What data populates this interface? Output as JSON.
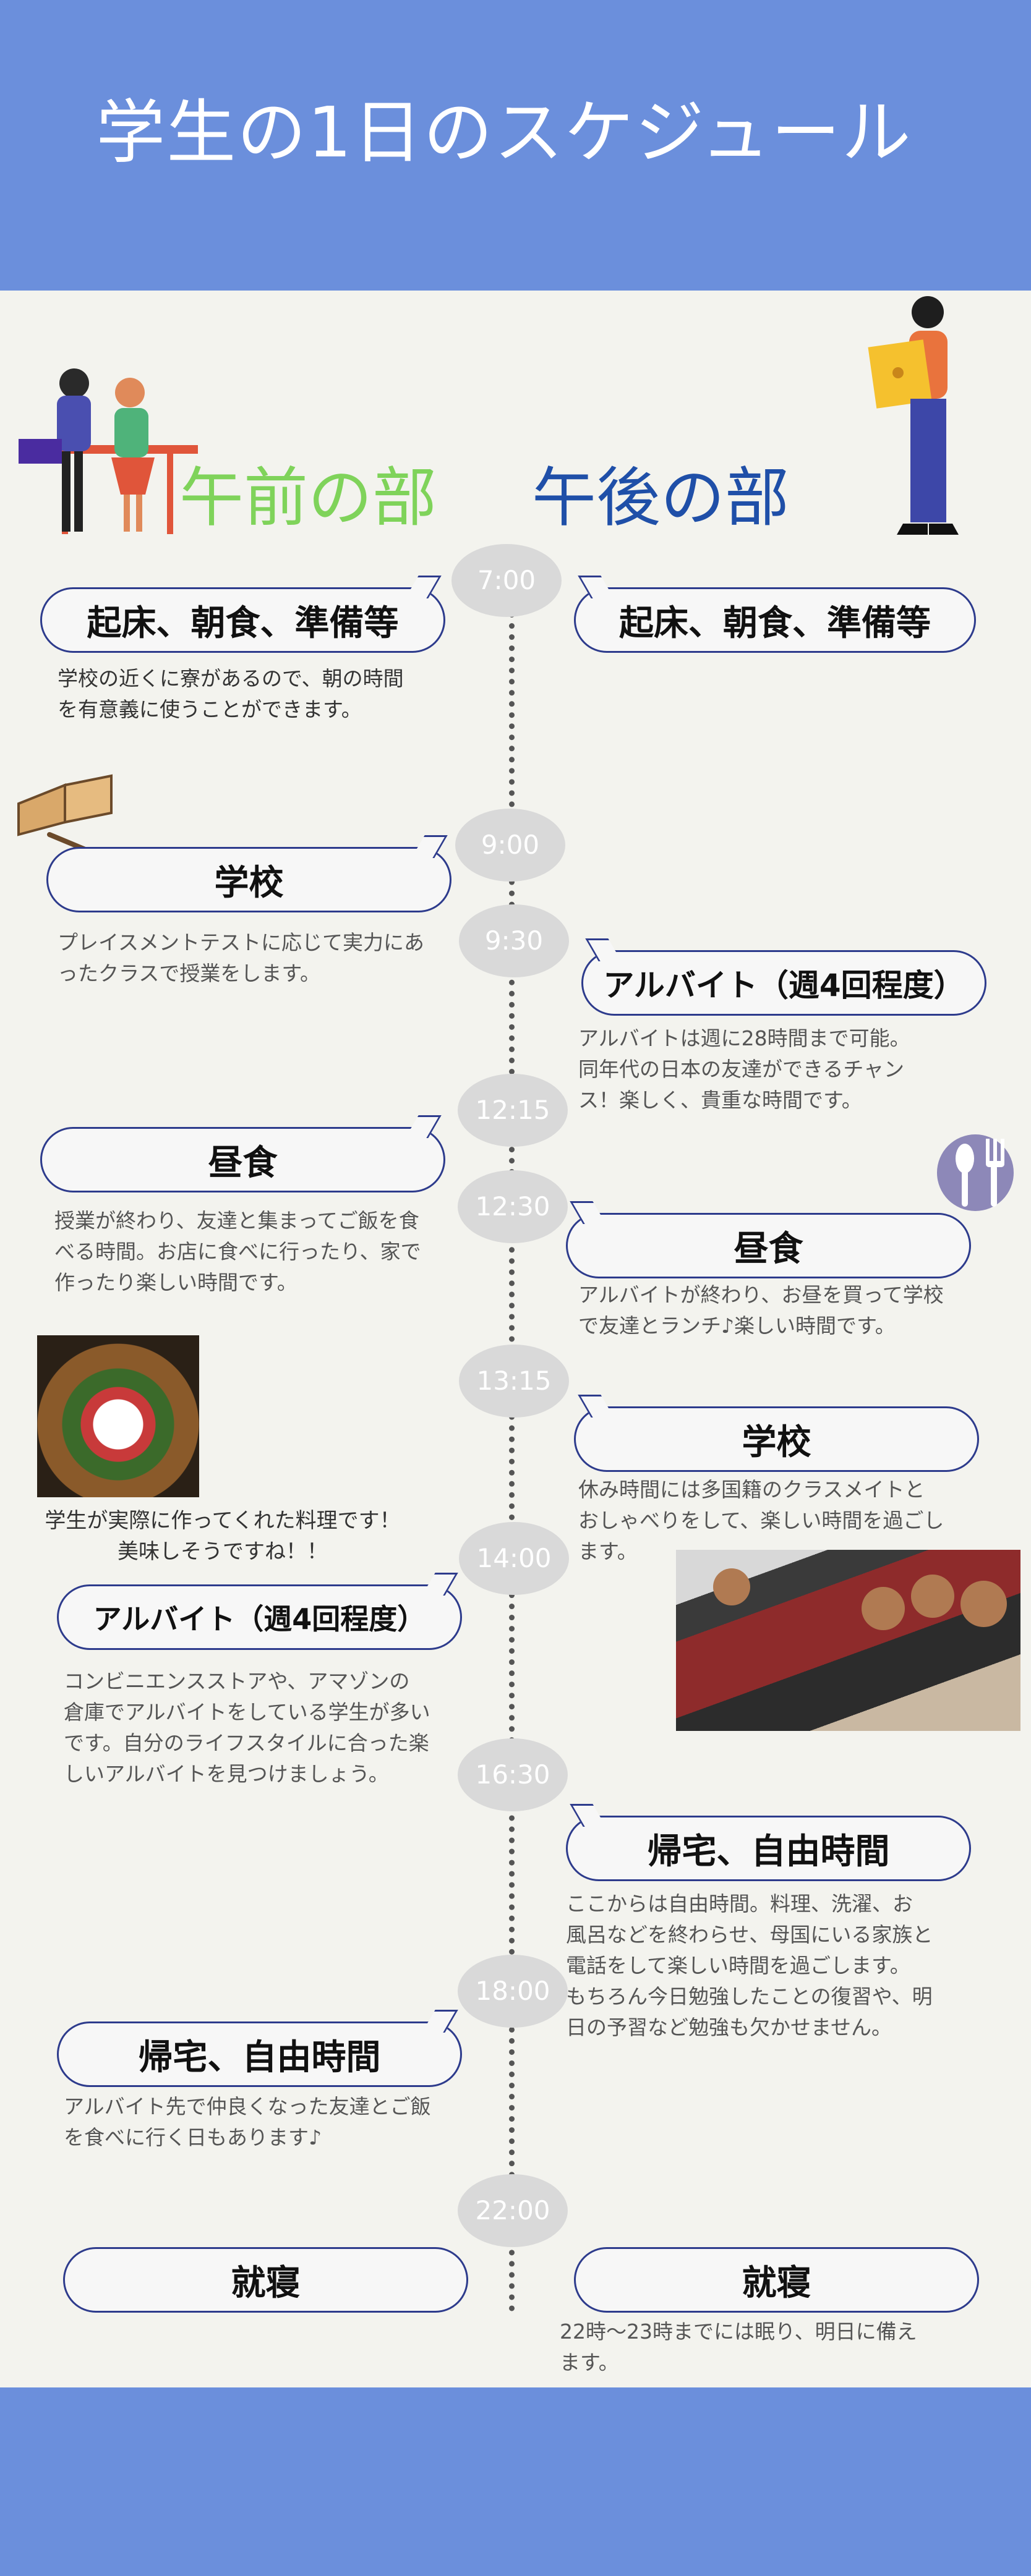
{
  "title": "学生の1日のスケジュール",
  "sections": {
    "am": "午前の部",
    "pm": "午後の部"
  },
  "times": [
    "7:00",
    "9:00",
    "9:30",
    "12:15",
    "12:30",
    "13:15",
    "14:00",
    "16:30",
    "18:00",
    "22:00"
  ],
  "am": {
    "wake": {
      "label": "起床、朝食、準備等",
      "desc": [
        "学校の近くに寮があるので、朝の時間",
        "を有意義に使うことができます。"
      ]
    },
    "school": {
      "label": "学校",
      "desc": [
        "プレイスメントテストに応じて実力にあ",
        "ったクラスで授業をします。"
      ]
    },
    "lunch": {
      "label": "昼食",
      "desc": [
        "授業が終わり、友達と集まってご飯を食",
        "べる時間。お店に食べに行ったり、家で",
        "作ったり楽しい時間です。"
      ]
    },
    "photo_caption": [
      "学生が実際に作ってくれた料理です！",
      "美味しそうですね！！"
    ],
    "parttime": {
      "label": "アルバイト（週4回程度）",
      "desc": [
        "コンビニエンスストアや、アマゾンの",
        "倉庫でアルバイトをしている学生が多い",
        "です。自分のライフスタイルに合った楽",
        "しいアルバイトを見つけましょう。"
      ]
    },
    "home": {
      "label": "帰宅、自由時間",
      "desc": [
        "アルバイト先で仲良くなった友達とご飯",
        "を食べに行く日もあります♪"
      ]
    },
    "sleep": {
      "label": "就寝"
    }
  },
  "pm": {
    "wake": {
      "label": "起床、朝食、準備等"
    },
    "parttime": {
      "label": "アルバイト（週4回程度）",
      "desc": [
        "アルバイトは週に28時間まで可能。",
        "同年代の日本の友達ができるチャン",
        "ス！楽しく、貴重な時間です。"
      ]
    },
    "lunch": {
      "label": "昼食",
      "desc": [
        "アルバイトが終わり、お昼を買って学校",
        "で友達とランチ♪楽しい時間です。"
      ]
    },
    "school": {
      "label": "学校",
      "desc": [
        "休み時間には多国籍のクラスメイトと",
        "おしゃべりをして、楽しい時間を過ごし",
        "ます。"
      ]
    },
    "home": {
      "label": "帰宅、自由時間",
      "desc": [
        "ここからは自由時間。料理、洗濯、お",
        "風呂などを終わらせ、母国にいる家族と",
        "電話をして楽しい時間を過ごします。",
        "もちろん今日勉強したことの復習や、明",
        "日の予習など勉強も欠かせません。"
      ]
    },
    "sleep": {
      "label": "就寝",
      "desc": [
        "22時～23時までには眠り、明日に備え",
        "ます。"
      ]
    }
  },
  "colors": {
    "header": "#6b8fdc",
    "am_title": "#7fd35a",
    "pm_title": "#1f4fa8",
    "bubble_border": "#2d3b8c"
  },
  "icons": [
    "study-desk-illustration",
    "student-clipboard-illustration",
    "open-book-icon",
    "fork-spoon-icon"
  ]
}
